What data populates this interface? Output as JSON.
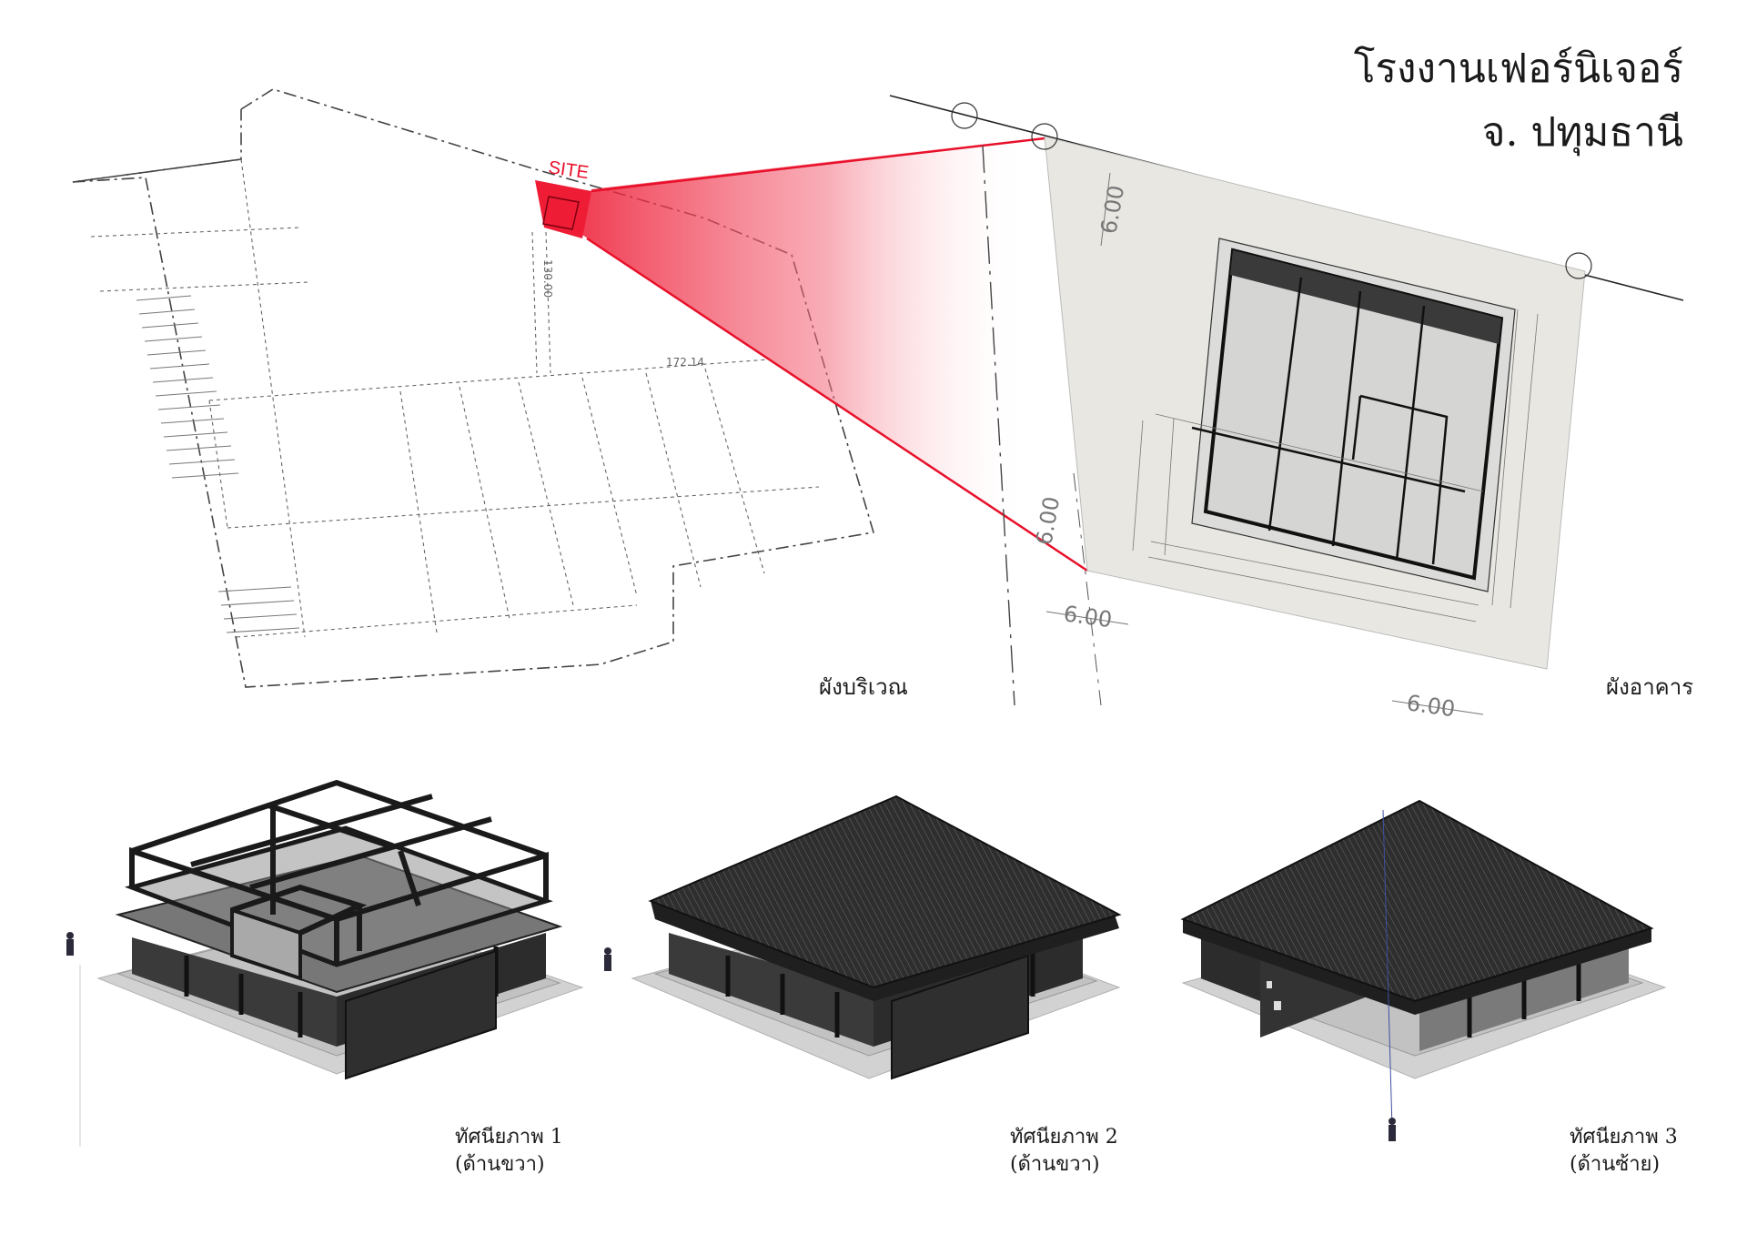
{
  "title": {
    "line1": "โรงงานเฟอร์นิเจอร์",
    "line2": "จ. ปทุมธานี"
  },
  "site_plan": {
    "caption": "ผังบริเวณ",
    "site_label": "SITE",
    "dim_vertical": "130.00",
    "dim_horizontal": "172.14"
  },
  "building_plan": {
    "caption": "ผังอาคาร",
    "setback_top": "6.00",
    "setback_left_vertical": "6.00",
    "setback_left_bottom": "6.00",
    "setback_right_bottom": "6.00"
  },
  "views": [
    {
      "title": "ทัศนียภาพ 1",
      "subtitle": "(ด้านขวา)"
    },
    {
      "title": "ทัศนียภาพ 2",
      "subtitle": "(ด้านขวา)"
    },
    {
      "title": "ทัศนียภาพ 3",
      "subtitle": "(ด้านซ้าย)"
    }
  ],
  "colors": {
    "accent_red": "#e8102a",
    "site_fill": "#ee1c35",
    "plot_fill": "#e9e7e2",
    "building_fill": "#d5d5d3",
    "roof_dark": "#2b2b2b"
  }
}
